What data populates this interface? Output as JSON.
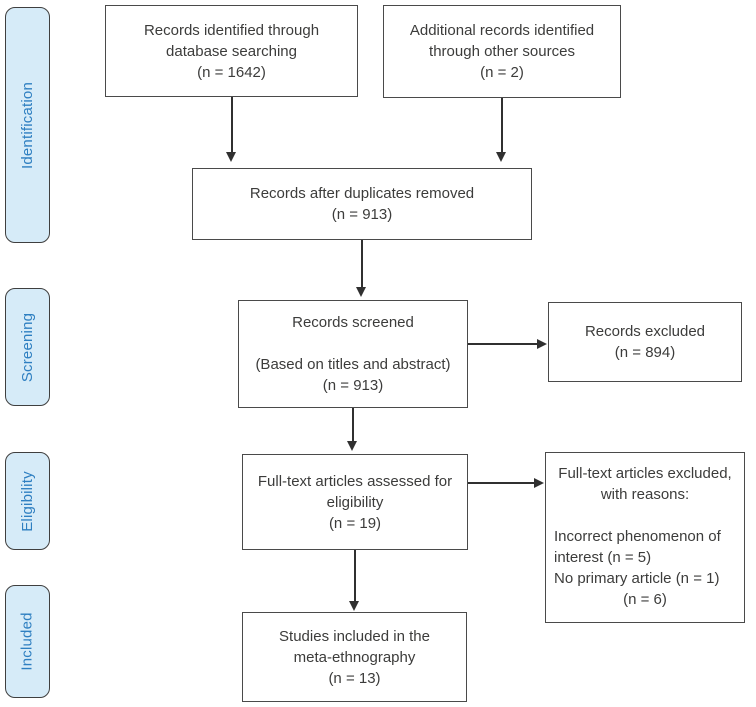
{
  "stages": [
    {
      "id": "identification",
      "label": "Identification"
    },
    {
      "id": "screening",
      "label": "Screening"
    },
    {
      "id": "eligibility",
      "label": "Eligibility"
    },
    {
      "id": "included",
      "label": "Included"
    }
  ],
  "boxes": {
    "records_db": {
      "lines": [
        "Records identified through",
        "database searching",
        "(n = 1642)"
      ]
    },
    "additional_records": {
      "lines": [
        "Additional records identified",
        "through other sources",
        "(n = 2)"
      ]
    },
    "duplicates_removed": {
      "lines": [
        "Records after duplicates removed",
        "(n = 913)"
      ]
    },
    "records_screened": {
      "lines": [
        "Records screened",
        "(Based on titles and abstract)",
        "(n = 913)"
      ]
    },
    "records_excluded": {
      "lines": [
        "Records excluded",
        "(n = 894)"
      ]
    },
    "fulltext_assessed": {
      "lines": [
        "Full-text articles assessed for",
        "eligibility",
        "(n = 19)"
      ]
    },
    "fulltext_excluded": {
      "heading_lines": [
        "Full-text articles excluded,",
        "with reasons:"
      ],
      "reason_lines": [
        "Incorrect phenomenon of",
        "interest (n = 5)",
        "No primary article (n = 1)"
      ],
      "total_line": "(n = 6)"
    },
    "studies_included": {
      "lines": [
        "Studies included in the",
        "meta-ethnography",
        "(n = 13)"
      ]
    }
  },
  "colors": {
    "background": "#ffffff",
    "stage_fill": "#d6ebf8",
    "stage_border": "#3f3f3f",
    "stage_text": "#2e7fc1",
    "box_border": "#4a4a4a",
    "text": "#3c3c3b",
    "arrow": "#303030"
  }
}
